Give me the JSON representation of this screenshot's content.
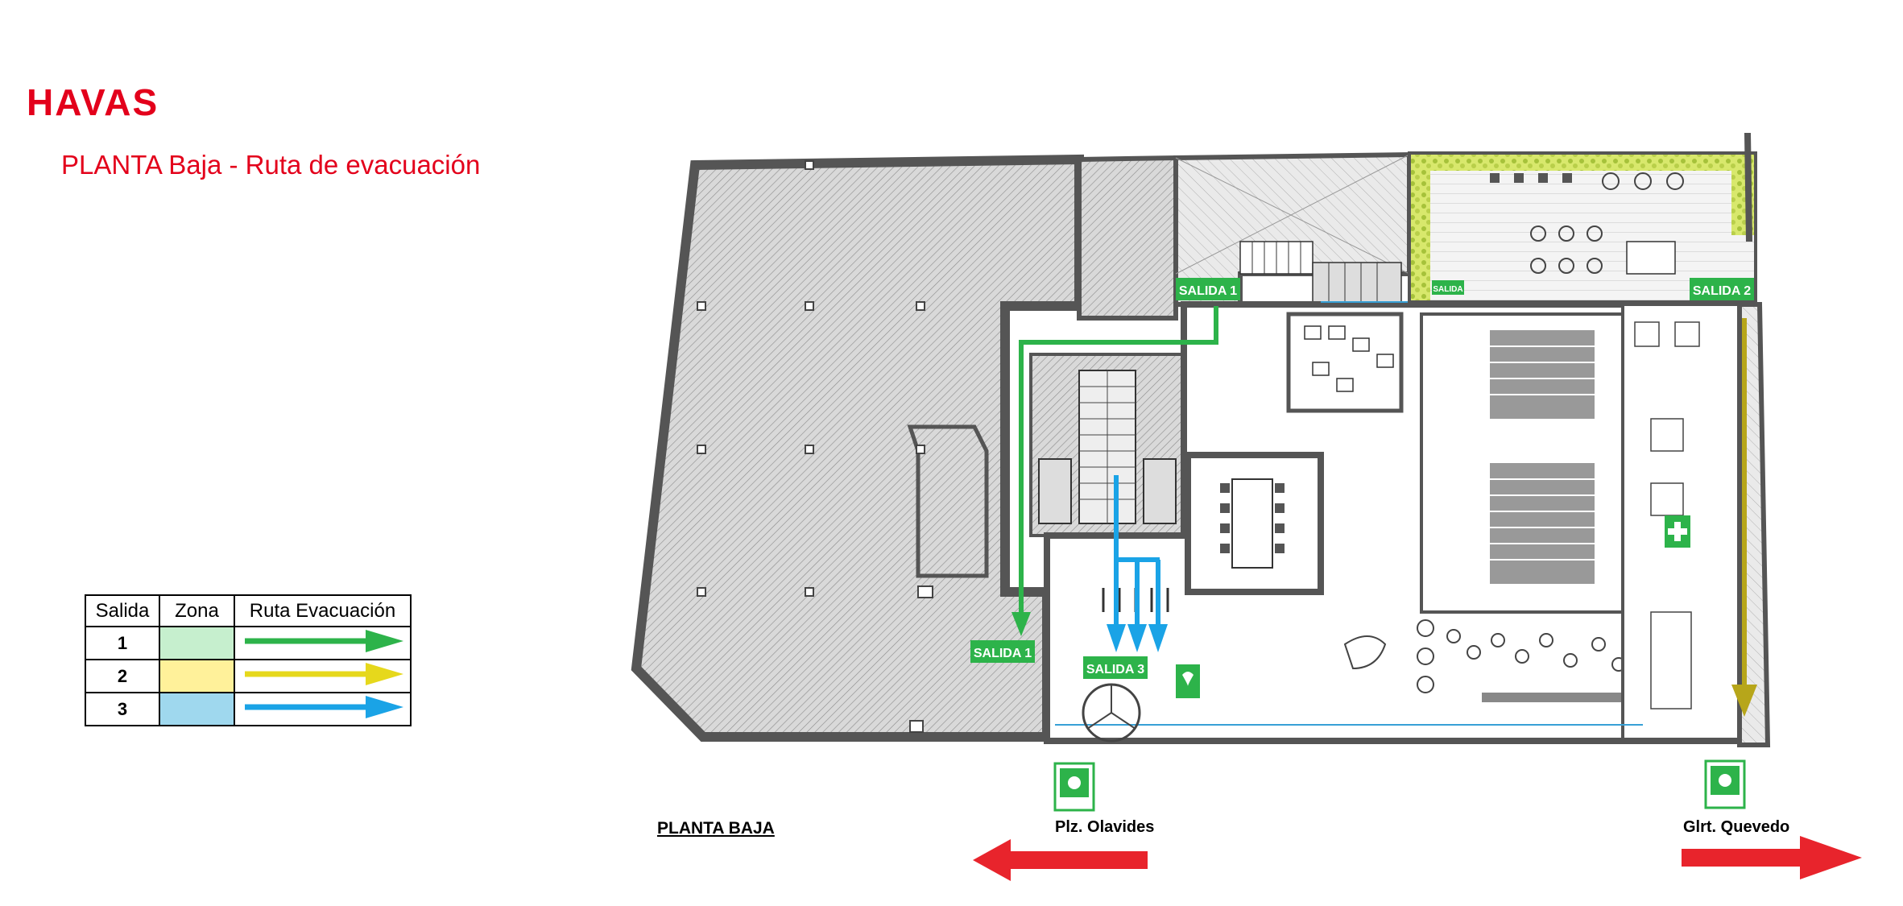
{
  "brand": "HAVAS",
  "page_title": "PLANTA Baja - Ruta de evacuación",
  "legend": {
    "headers": [
      "Salida",
      "Zona",
      "Ruta Evacuación"
    ],
    "rows": [
      {
        "num": "1",
        "zone_color": "#c6efce",
        "arrow_color": "#2db34a"
      },
      {
        "num": "2",
        "zone_color": "#fff19a",
        "arrow_color": "#e6d81c"
      },
      {
        "num": "3",
        "zone_color": "#9fd8ee",
        "arrow_color": "#1aa3e6"
      }
    ]
  },
  "exits": {
    "salida1_top": "SALIDA 1",
    "salida1_left": "SALIDA 1",
    "salida2": "SALIDA 2",
    "salida3": "SALIDA 3",
    "small": "SALIDA"
  },
  "plan_label": "PLANTA BAJA",
  "streets": {
    "left": "Plz. Olavides",
    "right": "Glrt. Quevedo"
  },
  "colors": {
    "brand_red": "#e3001b",
    "exit_green": "#2db34a",
    "route_green": "#2db34a",
    "route_yellow": "#b7a61a",
    "route_blue": "#1aa3e6",
    "arrow_red": "#e8242c"
  }
}
